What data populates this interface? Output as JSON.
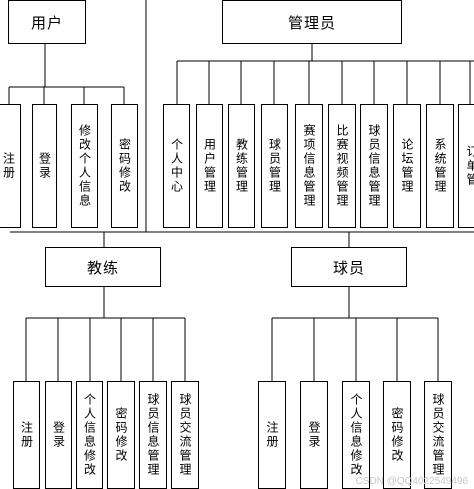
{
  "diagram": {
    "top_nodes": {
      "user": "用户",
      "admin": "管理员"
    },
    "mid_nodes": {
      "coach": "教练",
      "player": "球员"
    },
    "user_children": [
      "注册",
      "登录",
      "修改个人信息",
      "密码修改"
    ],
    "admin_children": [
      "个人中心",
      "用户管理",
      "教练管理",
      "球员管理",
      "赛项信息管理",
      "比赛视频管理",
      "球员信息管理",
      "论坛管理",
      "系统管理",
      "订单管"
    ],
    "coach_children": [
      "注册",
      "登录",
      "个人信息修改",
      "密码修改",
      "球员信息管理",
      "球员交流管理"
    ],
    "player_children": [
      "注册",
      "登录",
      "个人信息修改",
      "密码修改",
      "球员交流管理"
    ]
  },
  "watermark": "CSDN @QQ4022549496"
}
